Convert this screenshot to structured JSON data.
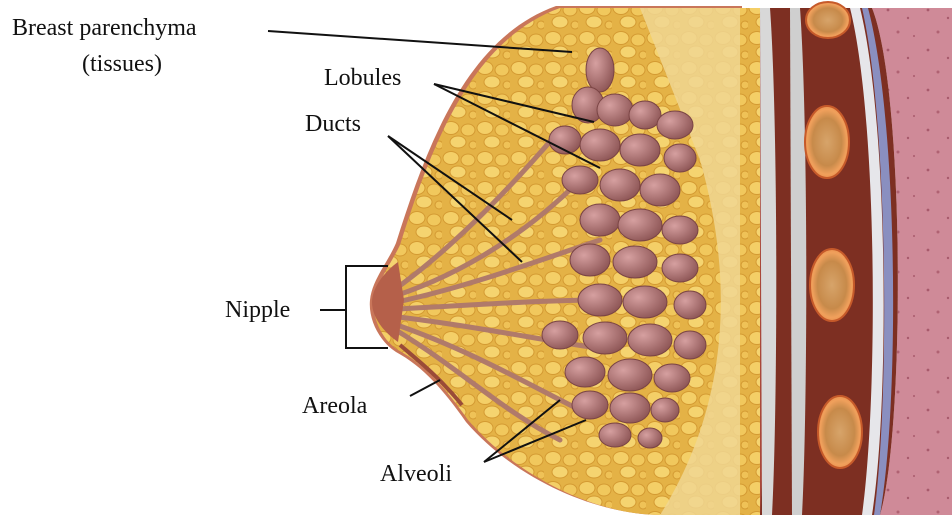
{
  "labels": {
    "breast_parenchyma_line1": "Breast parenchyma",
    "breast_parenchyma_line2": "(tissues)",
    "lobules": "Lobules",
    "ducts": "Ducts",
    "nipple": "Nipple",
    "areola": "Areola",
    "alveoli": "Alveoli"
  },
  "colors": {
    "background": "#ffffff",
    "skin": "#c9765a",
    "fat": "#e7b84a",
    "fat_lobule": "#f2cc63",
    "lobule_tissue": "#a86c6c",
    "lobule_highlight": "#c99090",
    "muscle": "#8a3b2c",
    "fascia": "#c8c8c8",
    "rib": "#e8894a",
    "lung": "#c97f8e",
    "leader_line": "#111111"
  }
}
